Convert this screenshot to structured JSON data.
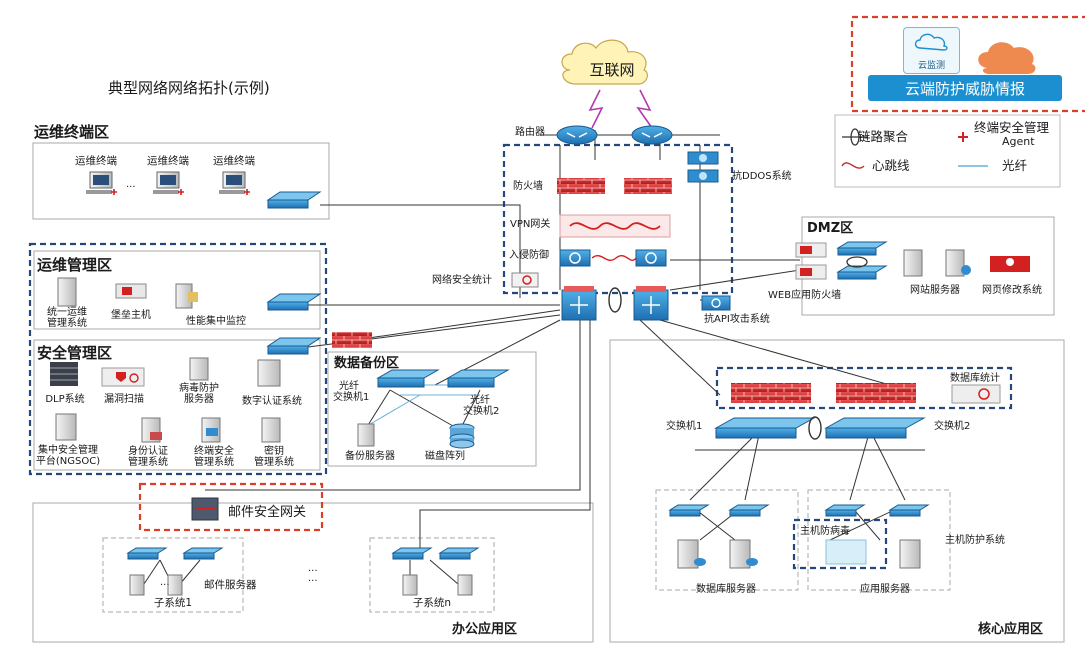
{
  "title": "典型网络网络拓扑(示例)",
  "internet": "互联网",
  "cloud": {
    "monitor": "云监测",
    "intel": "云端防护威胁情报"
  },
  "legend": {
    "aggregation": "链路聚合",
    "endpoint_mgmt": "终端安全管理",
    "agent": "Agent",
    "heartbeat": "心跳线",
    "fiber": "光纤"
  },
  "perimeter": {
    "router": "路由器",
    "anti_ddos": "抗DDOS系统",
    "firewall": "防火墙",
    "vpn": "VPN网关",
    "ips": "入侵防御",
    "net_stats": "网络安全统计",
    "anti_api": "抗API攻击系统"
  },
  "ops_terminal": {
    "title": "运维终端区",
    "terminals": [
      "运维终端",
      "运维终端",
      "运维终端"
    ],
    "ellipsis": "..."
  },
  "ops_mgmt": {
    "title": "运维管理区",
    "items": [
      "统一运维",
      "管理系统",
      "堡垒主机",
      "性能集中监控"
    ]
  },
  "sec_mgmt": {
    "title": "安全管理区",
    "items": [
      "DLP系统",
      "漏洞扫描",
      "病毒防护",
      "服务器",
      "数字认证系统",
      "集中安全管理",
      "平台(NGSOC)",
      "身份认证",
      "管理系统",
      "终端安全",
      "管理系统",
      "密钥",
      "管理系统"
    ]
  },
  "backup": {
    "title": "数据备份区",
    "sw1a": "光纤",
    "sw1b": "交换机1",
    "sw2a": "光纤",
    "sw2b": "交换机2",
    "backup_server": "备份服务器",
    "disk_array": "磁盘阵列"
  },
  "dmz": {
    "title": "DMZ区",
    "waf": "WEB应用防火墙",
    "web_server": "网站服务器",
    "tamper": "网页修改系统"
  },
  "core": {
    "title": "核心应用区",
    "db_stats": "数据库统计",
    "switch1": "交换机1",
    "switch2": "交换机2",
    "antivirus": "主机防病毒",
    "host_protect": "主机防护系统",
    "db_servers": "数据库服务器",
    "app_servers": "应用服务器"
  },
  "office": {
    "title": "办公应用区",
    "mail_gw": "邮件安全网关",
    "mail_server": "邮件服务器",
    "sub1": "子系统1",
    "subn": "子系统n",
    "ellipsis": "..."
  }
}
